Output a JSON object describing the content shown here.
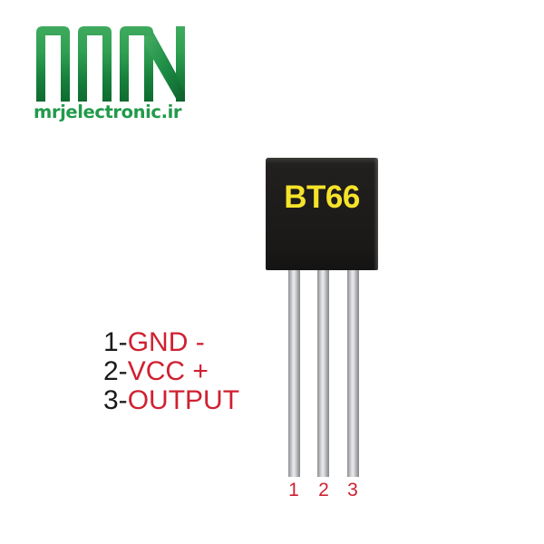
{
  "background_color": "#ffffff",
  "branding": {
    "logo_icon": "mrj-zigzag-monogram-icon",
    "wordmark": "mrjelectronic.ir",
    "logo_color": "#219a4b"
  },
  "component": {
    "part_number": "BT66",
    "part_number_color": "#f5e32a",
    "package_color": "#1e1c1b",
    "lead_color": "#d7d9da",
    "pin_numbers": [
      "1",
      "2",
      "3"
    ],
    "pin_number_color": "#cf2030"
  },
  "pinout": {
    "rows": [
      {
        "index": "1-",
        "label": "GND -"
      },
      {
        "index": "2-",
        "label": "VCC +"
      },
      {
        "index": "3-",
        "label": "OUTPUT"
      }
    ],
    "index_color": "#1a1a1a",
    "label_color": "#d02030"
  }
}
